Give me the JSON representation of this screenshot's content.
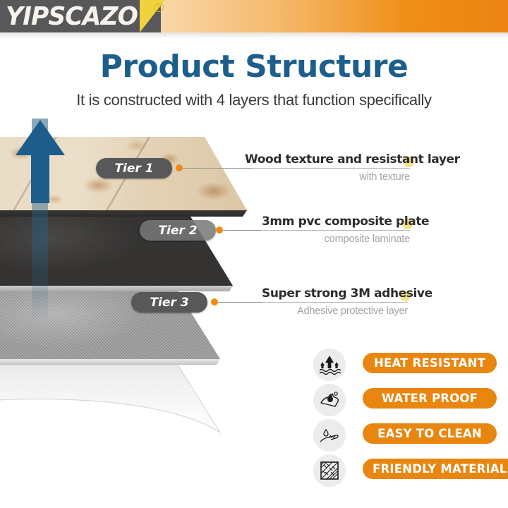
{
  "brand": {
    "logo_text": "YIPSCAZO",
    "registered_mark": "R",
    "logo_bg": "#58585a",
    "accent_yellow": "#f0d23c",
    "header_orange": "#ec8412"
  },
  "heading": {
    "title": "Product Structure",
    "subtitle": "It is constructed with 4 layers that function specifically",
    "title_color": "#1d5e8c"
  },
  "layers": [
    {
      "tier_label": "Tier 1",
      "heading": "Wood texture and resistant layer",
      "subtext": "with texture"
    },
    {
      "tier_label": "Tier 2",
      "heading": "3mm pvc composite plate",
      "subtext": "composite laminate"
    },
    {
      "tier_label": "Tier 3",
      "heading": "Super strong 3M adhesive",
      "subtext": "Adhesive protective layer"
    }
  ],
  "features": [
    {
      "label": "HEAT RESISTANT",
      "icon": "heat-resistant-icon"
    },
    {
      "label": "WATER PROOF",
      "icon": "water-proof-icon"
    },
    {
      "label": "EASY TO CLEAN",
      "icon": "easy-to-clean-icon"
    },
    {
      "label": "FRIENDLY MATERIAL",
      "icon": "friendly-material-icon"
    }
  ],
  "colors": {
    "badge_orange": "#e8860f",
    "dot_orange": "#ee8b14",
    "pill_gray": "#58585a",
    "arrow_blue": "#1d5e8c",
    "head_dot_yellow": "#f3e08a"
  }
}
